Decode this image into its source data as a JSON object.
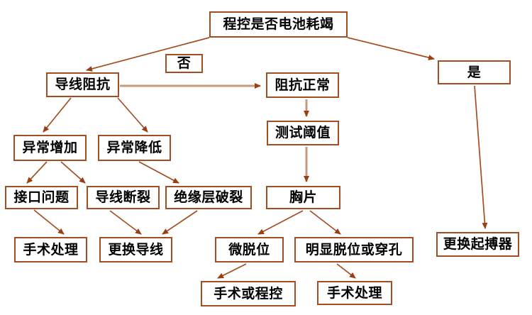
{
  "diagram": {
    "type": "flowchart",
    "topic": "程控是否电池耗竭",
    "colors": {
      "box_border": "#A34E22",
      "edge_thin": "#A34E22",
      "edge_thick": "#C79A7C",
      "arrowhead": "#9A3E16",
      "text": "#000000",
      "background": "#ffffff"
    },
    "nodes": {
      "root": {
        "label": "程控是否电池耗竭"
      },
      "branch_no": {
        "label": "否"
      },
      "branch_yes": {
        "label": "是"
      },
      "lead_impedance": {
        "label": "导线阻抗"
      },
      "impedance_normal": {
        "label": "阻抗正常"
      },
      "test_threshold": {
        "label": "测试阈值"
      },
      "abnormal_increase": {
        "label": "异常增加"
      },
      "abnormal_decrease": {
        "label": "异常降低"
      },
      "interface_problem": {
        "label": "接口问题"
      },
      "lead_fracture": {
        "label": "导线断裂"
      },
      "insulation_rupture": {
        "label": "绝缘层破裂"
      },
      "surgery_left": {
        "label": "手术处理"
      },
      "replace_lead": {
        "label": "更换导线"
      },
      "chest_xray": {
        "label": "胸片"
      },
      "micro_dislocation": {
        "label": "微脱位"
      },
      "obvious_dislocation": {
        "label": "明显脱位或穿孔"
      },
      "surgery_or_programming": {
        "label": "手术或程控"
      },
      "surgery_right": {
        "label": "手术处理"
      },
      "replace_pacemaker": {
        "label": "更换起搏器"
      }
    },
    "edges": [
      {
        "from": "root",
        "to": "lead_impedance",
        "label": "否"
      },
      {
        "from": "root",
        "to": "branch_yes",
        "label": "是"
      },
      {
        "from": "lead_impedance",
        "to": "impedance_normal"
      },
      {
        "from": "lead_impedance",
        "to": "abnormal_increase"
      },
      {
        "from": "lead_impedance",
        "to": "abnormal_decrease"
      },
      {
        "from": "abnormal_increase",
        "to": "interface_problem"
      },
      {
        "from": "abnormal_increase",
        "to": "lead_fracture"
      },
      {
        "from": "abnormal_decrease",
        "to": "insulation_rupture"
      },
      {
        "from": "interface_problem",
        "to": "surgery_left"
      },
      {
        "from": "lead_fracture",
        "to": "replace_lead"
      },
      {
        "from": "insulation_rupture",
        "to": "replace_lead"
      },
      {
        "from": "impedance_normal",
        "to": "test_threshold"
      },
      {
        "from": "test_threshold",
        "to": "chest_xray"
      },
      {
        "from": "chest_xray",
        "to": "micro_dislocation"
      },
      {
        "from": "chest_xray",
        "to": "obvious_dislocation"
      },
      {
        "from": "micro_dislocation",
        "to": "surgery_or_programming"
      },
      {
        "from": "obvious_dislocation",
        "to": "surgery_right"
      },
      {
        "from": "branch_yes",
        "to": "replace_pacemaker"
      }
    ]
  }
}
